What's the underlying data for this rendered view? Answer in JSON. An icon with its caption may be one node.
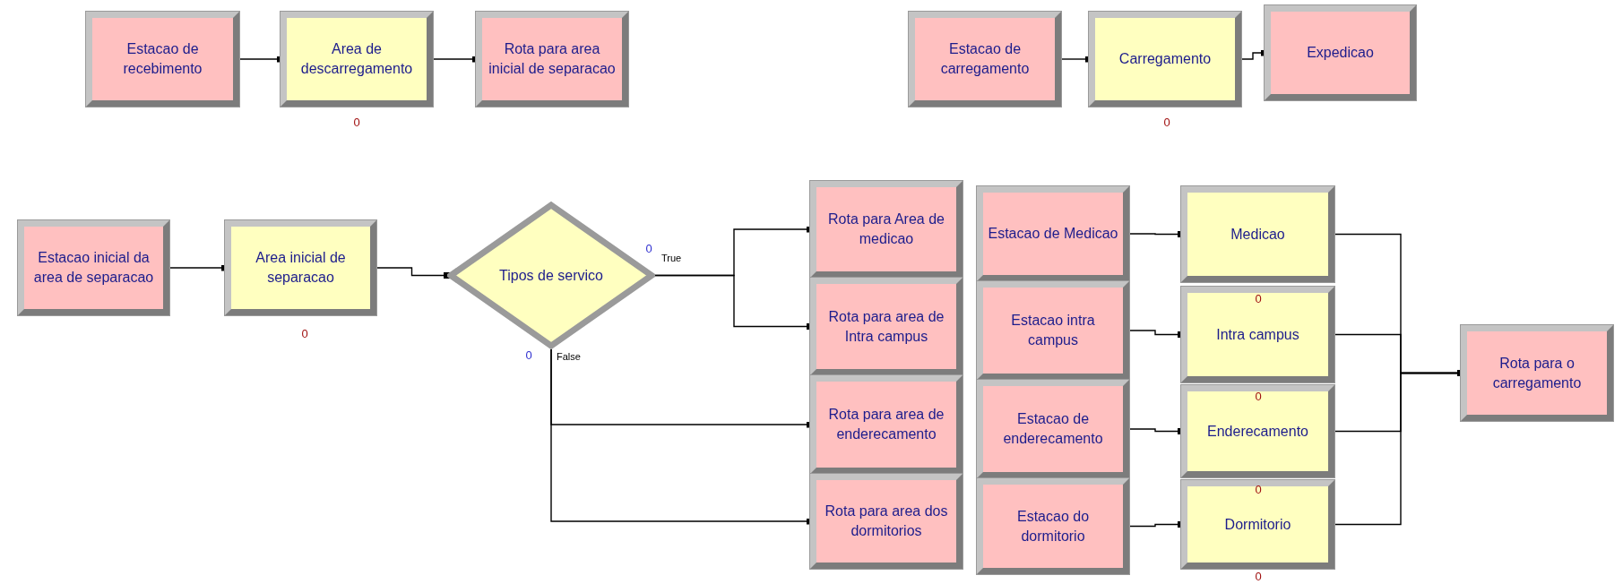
{
  "diagram": {
    "nodes": [
      {
        "text": [
          "Estacao de recebimento"
        ]
      },
      {
        "text": [
          "Area de descarregamento"
        ],
        "beside": [
          "0"
        ]
      },
      {
        "text": [
          "Rota para area inicial de separacao"
        ]
      },
      {
        "text": [
          "Estacao de carregamento"
        ]
      },
      {
        "text": [
          "Carregamento"
        ],
        "beside": [
          "0"
        ]
      },
      {
        "text": [
          "Expedicao"
        ]
      },
      {
        "text": [
          "Estacao inicial da area de separacao"
        ]
      },
      {
        "text": [
          "Area inicial de separacao"
        ],
        "beside": [
          "0"
        ]
      },
      {
        "text": [
          "Tipos de servico"
        ],
        "beside": [
          "0",
          "0"
        ]
      },
      {
        "text": [
          "Rota para Area de medicao"
        ]
      },
      {
        "text": [
          "Rota para area de Intra campus"
        ]
      },
      {
        "text": [
          "Rota para area de enderecamento"
        ]
      },
      {
        "text": [
          "Rota para area dos dormitorios"
        ]
      },
      {
        "text": [
          "Estacao de Medicao"
        ]
      },
      {
        "text": [
          "Estacao intra campus"
        ]
      },
      {
        "text": [
          "Estacao de enderecamento"
        ]
      },
      {
        "text": [
          "Estacao do dormitorio"
        ]
      },
      {
        "text": [
          "Medicao"
        ]
      },
      {
        "text": [
          "Intra campus"
        ]
      },
      {
        "text": [
          "Enderecamento"
        ]
      },
      {
        "text": [
          "Dormitorio"
        ],
        "beside": [
          "0"
        ]
      },
      {
        "text": [
          "Rota para o carregamento"
        ]
      }
    ],
    "edges": [
      {
        "from": 0,
        "to": 1,
        "arrow": "other"
      },
      {
        "from": 1,
        "to": 2,
        "arrow": "other"
      },
      {
        "from": 3,
        "to": 4,
        "arrow": "other"
      },
      {
        "from": 4,
        "to": 5,
        "arrow": "other"
      },
      {
        "from": 6,
        "to": 7,
        "arrow": "other"
      },
      {
        "from": 7,
        "to": 8,
        "arrow": "other"
      },
      {
        "from": 8,
        "to": 9,
        "arrow": "other"
      },
      {
        "from": 8,
        "to": 10,
        "arrow": "other"
      },
      {
        "from": 8,
        "to": 11,
        "arrow": "other"
      },
      {
        "from": 8,
        "to": 12,
        "arrow": "other"
      },
      {
        "from": 13,
        "to": 17,
        "arrow": "other"
      },
      {
        "from": 14,
        "to": 18,
        "arrow": "other"
      },
      {
        "from": 15,
        "to": 19,
        "arrow": "other"
      },
      {
        "from": 16,
        "to": 20,
        "arrow": "other"
      },
      {
        "from": 17,
        "to": 21,
        "arrow": "other"
      },
      {
        "from": 18,
        "to": 21,
        "arrow": "other"
      },
      {
        "from": 19,
        "to": 21,
        "arrow": "other"
      },
      {
        "from": 20,
        "to": 21,
        "arrow": "other"
      }
    ],
    "labels": [
      "True",
      "False",
      "0",
      "0",
      "0"
    ]
  }
}
